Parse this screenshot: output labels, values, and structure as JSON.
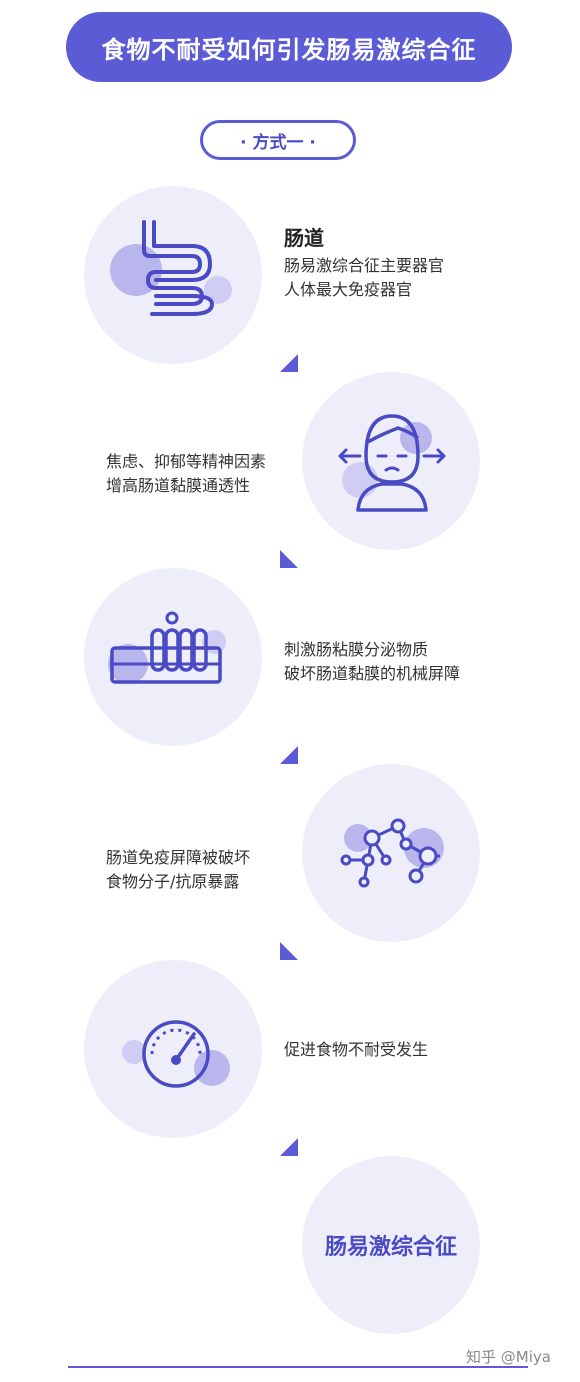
{
  "title": "食物不耐受如何引发肠易激综合征",
  "method_label": "· 方式一 ·",
  "steps": [
    {
      "heading": "肠道",
      "lines": [
        "肠易激综合征主要器官",
        "人体最大免疫器官"
      ],
      "icon": "intestine-icon"
    },
    {
      "lines": [
        "焦虑、抑郁等精神因素",
        "增高肠道黏膜通透性"
      ],
      "icon": "anxious-person-icon"
    },
    {
      "lines": [
        "刺激肠粘膜分泌物质",
        "破坏肠道黏膜的机械屏障"
      ],
      "icon": "intestinal-villi-icon"
    },
    {
      "lines": [
        "肠道免疫屏障被破坏",
        "食物分子/抗原暴露"
      ],
      "icon": "molecule-icon"
    },
    {
      "lines": [
        "促进食物不耐受发生"
      ],
      "icon": "gauge-icon"
    }
  ],
  "final_label": "肠易激综合征",
  "watermark": "知乎 @Miya",
  "colors": {
    "primary": "#5b5bd6",
    "circle_bg": "#eeeefb",
    "blob": "#b9b6ee"
  }
}
